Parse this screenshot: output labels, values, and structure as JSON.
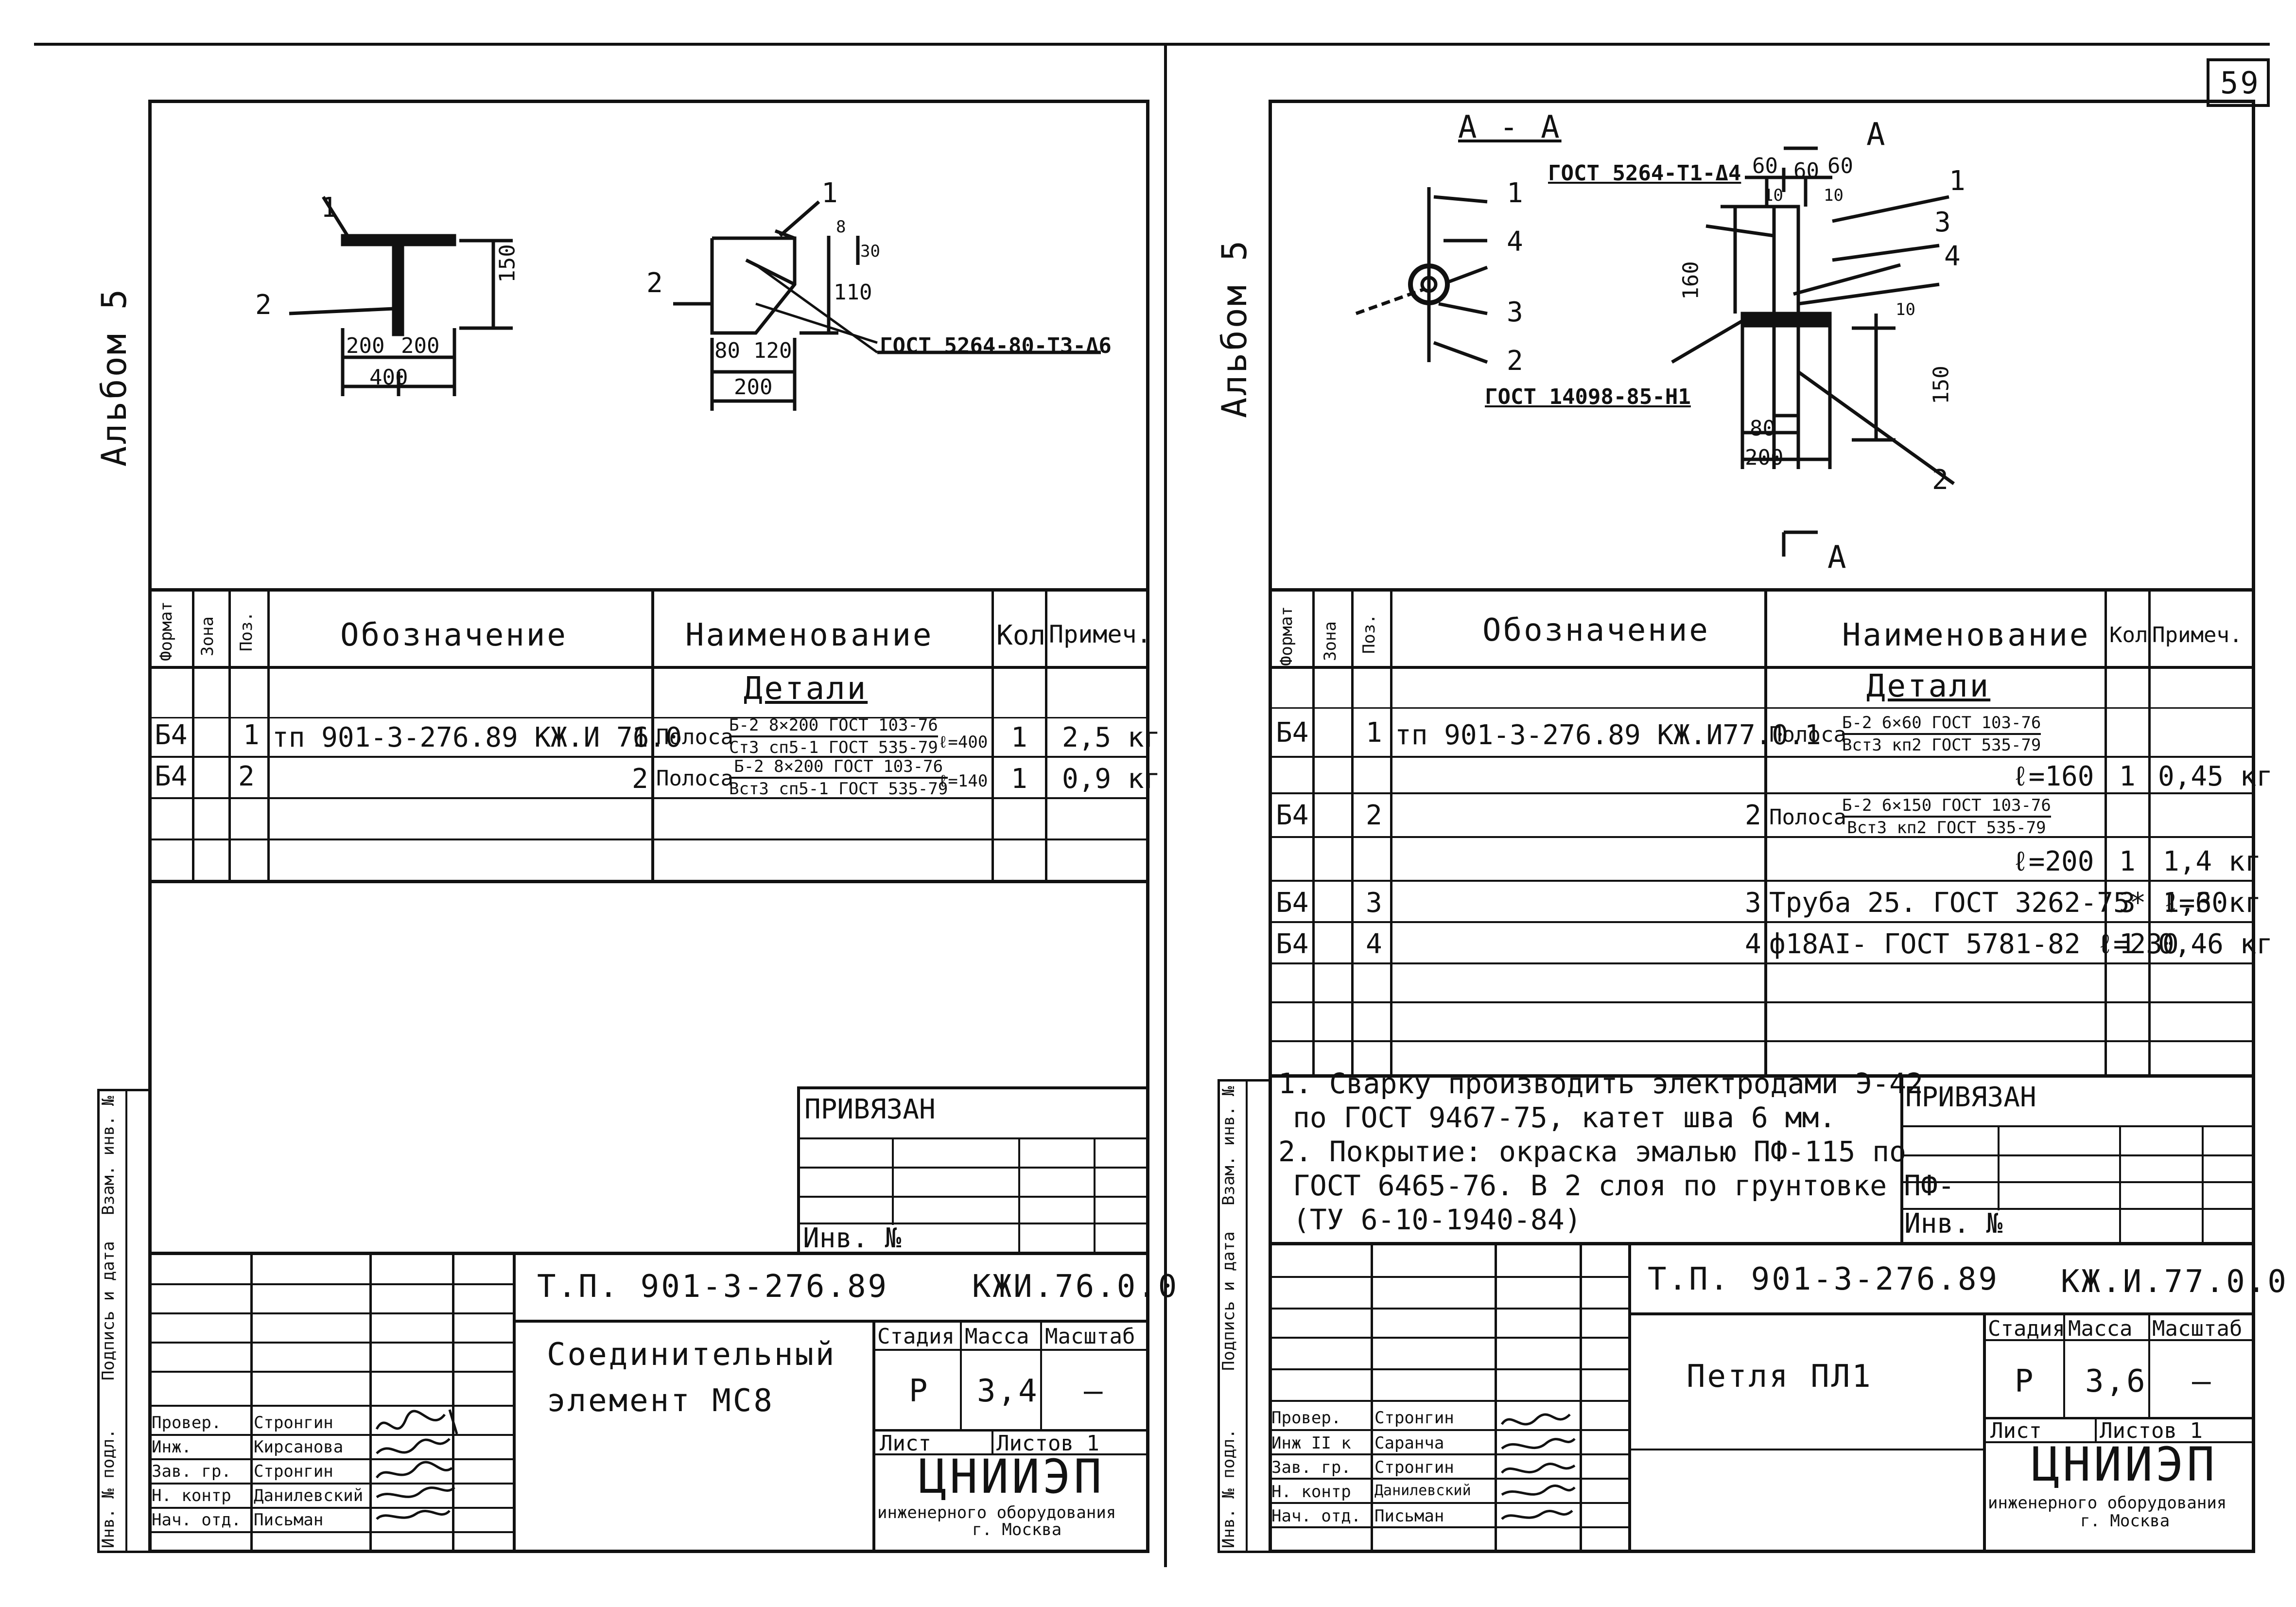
{
  "page_number": "59",
  "album_label": "Альбом 5",
  "side_stamp": [
    "Инв. № подл.",
    "Подпись и дата",
    "Взам. инв. №"
  ],
  "headers": {
    "format": "Формат",
    "zona": "Зона",
    "poz": "Поз.",
    "oboznachenie": "Обозначение",
    "naimenovanie": "Наименование",
    "kol": "Кол",
    "primech": "Примеч."
  },
  "left_sheet": {
    "drawing": {
      "labels": [
        "1",
        "2",
        "150",
        "200",
        "200",
        "400",
        "1",
        "2",
        "8",
        "30",
        "110",
        "80",
        "120",
        "200"
      ],
      "weld_callout": "ГОСТ 5264-80-Т3-Δ6"
    },
    "section_title": "Детали",
    "rows": [
      {
        "format": "Б4",
        "poz": "1",
        "oboznachenie": "тп 901-3-276.89 КЖ.И 76.0",
        "ref": "1",
        "name": "Полоса",
        "num": "Б-2 8×200 ГОСТ 103-76",
        "den": "Ст3 сп5-1 ГОСТ 535-79",
        "length": "ℓ=400",
        "kol": "1",
        "note": "2,5 кг"
      },
      {
        "format": "Б4",
        "poz": "2",
        "oboznachenie": "",
        "ref": "2",
        "name": "Полоса",
        "num": "Б-2 8×200 ГОСТ 103-76",
        "den": "Вст3 сп5-1 ГОСТ 535-79",
        "length": "ℓ=140",
        "kol": "1",
        "note": "0,9 кг"
      }
    ],
    "privyazan": "ПРИВЯЗАН",
    "inv_no": "Инв. №",
    "title_block": {
      "doc_code": "Т.П. 901-3-276.89",
      "sheet_code": "КЖИ.76.0.0",
      "title_line1": "Соединительный",
      "title_line2": "элемент МС8",
      "stadiya": "Стадия",
      "massa": "Масса",
      "masshtab": "Масштаб",
      "stadiya_val": "Р",
      "massa_val": "3,4",
      "masshtab_val": "–",
      "list": "Лист",
      "listov": "Листов 1",
      "org": "ЦНИИЭП",
      "org_sub1": "инженерного оборудования",
      "org_sub2": "г. Москва",
      "people": [
        {
          "role": "Провер.",
          "name": "Стронгин"
        },
        {
          "role": "Инж.",
          "name": "Кирсанова"
        },
        {
          "role": "Зав. гр.",
          "name": "Стронгин"
        },
        {
          "role": "Н. контр",
          "name": "Данилевский"
        },
        {
          "role": "Нач. отд.",
          "name": "Письман"
        }
      ]
    }
  },
  "right_sheet": {
    "drawing": {
      "section_label": "А - А",
      "arrow_label_top": "А",
      "arrow_label_bottom": "А",
      "weld_callout_1": "ГОСТ 5264-Т1-Δ4",
      "weld_callout_2": "ГОСТ 14098-85-Н1",
      "labels": [
        "1",
        "4",
        "3",
        "2",
        "60",
        "60",
        "60",
        "10",
        "10",
        "160",
        "1",
        "3",
        "4",
        "10",
        "150",
        "80",
        "200",
        "2"
      ]
    },
    "section_title": "Детали",
    "rows": [
      {
        "format": "Б4",
        "poz": "1",
        "oboznachenie": "тп 901-3-276.89 КЖ.И77.0.1",
        "ref": "",
        "name": "Полоса",
        "num": "Б-2 6×60 ГОСТ 103-76",
        "den": "Вст3 кп2 ГОСТ 535-79",
        "length": "",
        "kol": "",
        "note": ""
      },
      {
        "format": "",
        "poz": "",
        "oboznachenie": "",
        "ref": "",
        "name": "",
        "num": "",
        "den": "",
        "length": "ℓ=160",
        "kol": "1",
        "note": "0,45 кг"
      },
      {
        "format": "Б4",
        "poz": "2",
        "oboznachenie": "",
        "ref": "2",
        "name": "Полоса",
        "num": "Б-2 6×150 ГОСТ 103-76",
        "den": "Вст3 кп2 ГОСТ 535-79",
        "length": "",
        "kol": "",
        "note": ""
      },
      {
        "format": "",
        "poz": "",
        "oboznachenie": "",
        "ref": "",
        "name": "",
        "num": "",
        "den": "",
        "length": "ℓ=200",
        "kol": "1",
        "note": "1,4 кг"
      },
      {
        "format": "Б4",
        "poz": "3",
        "oboznachenie": "",
        "ref": "3",
        "name": "Труба 25. ГОСТ 3262-75* ℓ=60",
        "num": "",
        "den": "",
        "length": "",
        "kol": "3",
        "note": "1,3 кг"
      },
      {
        "format": "Б4",
        "poz": "4",
        "oboznachenie": "",
        "ref": "4",
        "name": "ф18АI- ГОСТ 5781-82 ℓ=230",
        "num": "",
        "den": "",
        "length": "",
        "kol": "1",
        "note": "0,46 кг"
      }
    ],
    "notes": [
      "1. Сварку производить электродами Э-42",
      "по ГОСТ 9467-75, катет шва 6 мм.",
      "2. Покрытие: окраска эмалью ПФ-115 по",
      "ГОСТ 6465-76. В 2 слоя по грунтовке ПФ-",
      "(ТУ 6-10-1940-84)"
    ],
    "privyazan": "ПРИВЯЗАН",
    "inv_no": "Инв. №",
    "title_block": {
      "doc_code": "Т.П. 901-3-276.89",
      "sheet_code": "КЖ.И.77.0.0",
      "title": "Петля ПЛ1",
      "stadiya": "Стадия",
      "massa": "Масса",
      "masshtab": "Масштаб",
      "stadiya_val": "Р",
      "massa_val": "3,6",
      "masshtab_val": "–",
      "list": "Лист",
      "listov": "Листов 1",
      "org": "ЦНИИЭП",
      "org_sub1": "инженерного оборудования",
      "org_sub2": "г. Москва",
      "people": [
        {
          "role": "Провер.",
          "name": "Стронгин"
        },
        {
          "role": "Инж II к",
          "name": "Саранча"
        },
        {
          "role": "Зав. гр.",
          "name": "Стронгин"
        },
        {
          "role": "Н. контр",
          "name": "Данилевский"
        },
        {
          "role": "Нач. отд.",
          "name": "Письман"
        }
      ]
    }
  }
}
